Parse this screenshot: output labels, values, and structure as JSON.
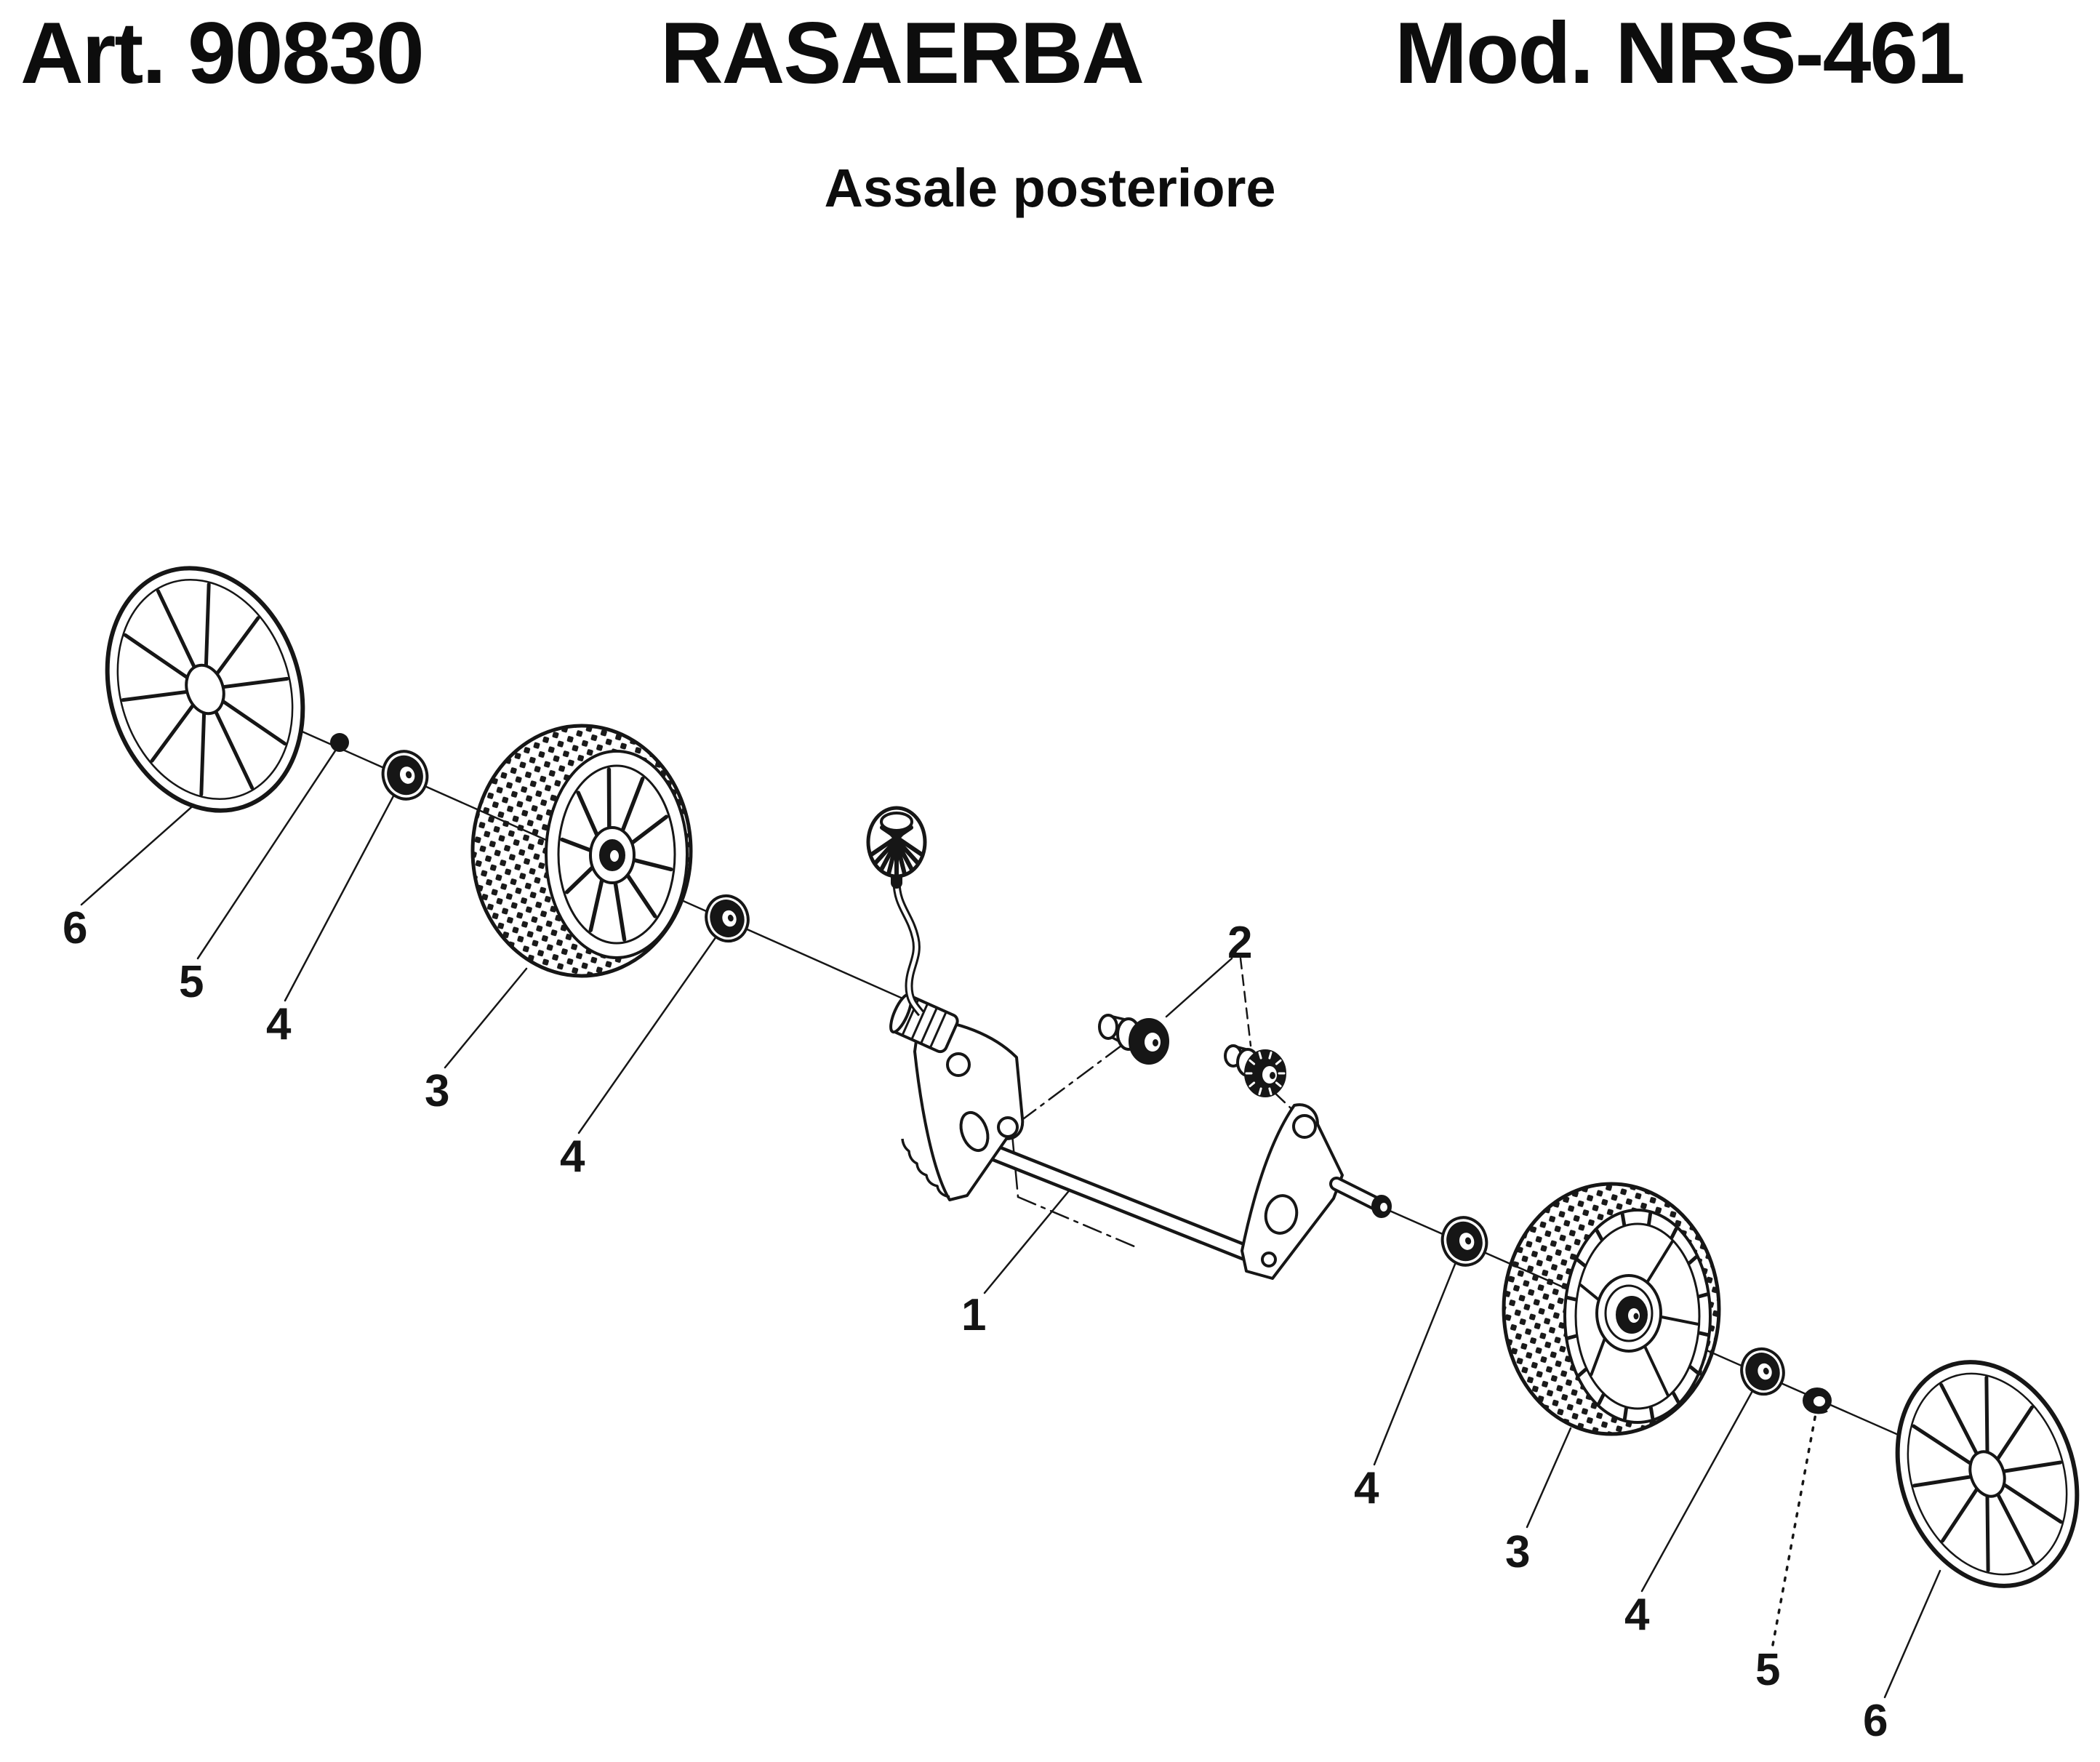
{
  "header": {
    "article": "Art. 90830",
    "product": "RASAERBA",
    "model": "Mod. NRS-461"
  },
  "subtitle": "Assale posteriore",
  "callouts": {
    "c6_left": "6",
    "c5_left": "5",
    "c4_left_outer": "4",
    "c3_left": "3",
    "c4_left_inner": "4",
    "c1": "1",
    "c2": "2",
    "c4_right_inner": "4",
    "c3_right": "3",
    "c4_right_outer": "4",
    "c5_right": "5",
    "c6_right": "6"
  },
  "colors": {
    "ink": "#161616",
    "paper": "#ffffff"
  }
}
